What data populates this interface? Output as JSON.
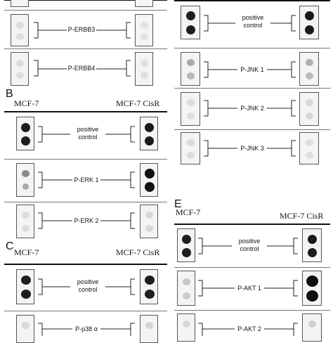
{
  "panels": {
    "A": {
      "items": [
        {
          "label": "P-ERBB3"
        },
        {
          "label": "P-ERBB4"
        }
      ]
    },
    "B": {
      "letter": "B",
      "left_cell": "MCF-7",
      "right_cell": "MCF-7 CisR",
      "items": [
        {
          "label_1": "positive",
          "label_2": "control"
        },
        {
          "label": "P-ERK 1"
        },
        {
          "label": "P-ERK 2"
        }
      ]
    },
    "C": {
      "letter": "C",
      "left_cell": "MCF-7",
      "right_cell": "MCF-7 CisR",
      "items": [
        {
          "label_1": "positive",
          "label_2": "control"
        },
        {
          "label": "P-p38 α"
        }
      ]
    },
    "D": {
      "items": [
        {
          "label_1": "positive",
          "label_2": "control"
        },
        {
          "label": "P-JNK 1"
        },
        {
          "label": "P-JNK 2"
        },
        {
          "label": "P-JNK 3"
        }
      ]
    },
    "E": {
      "letter": "E",
      "left_cell": "MCF-7",
      "right_cell": "MCF-7 CisR",
      "items": [
        {
          "label_1": "positive",
          "label_2": "control"
        },
        {
          "label": "P-AKT 1"
        },
        {
          "label": "P-AKT 2"
        }
      ]
    }
  },
  "colors": {
    "rule": "#111111",
    "separator": "#777777",
    "dot_dark": "#1a1a1a",
    "dot_faint": "#d4d4d4"
  }
}
